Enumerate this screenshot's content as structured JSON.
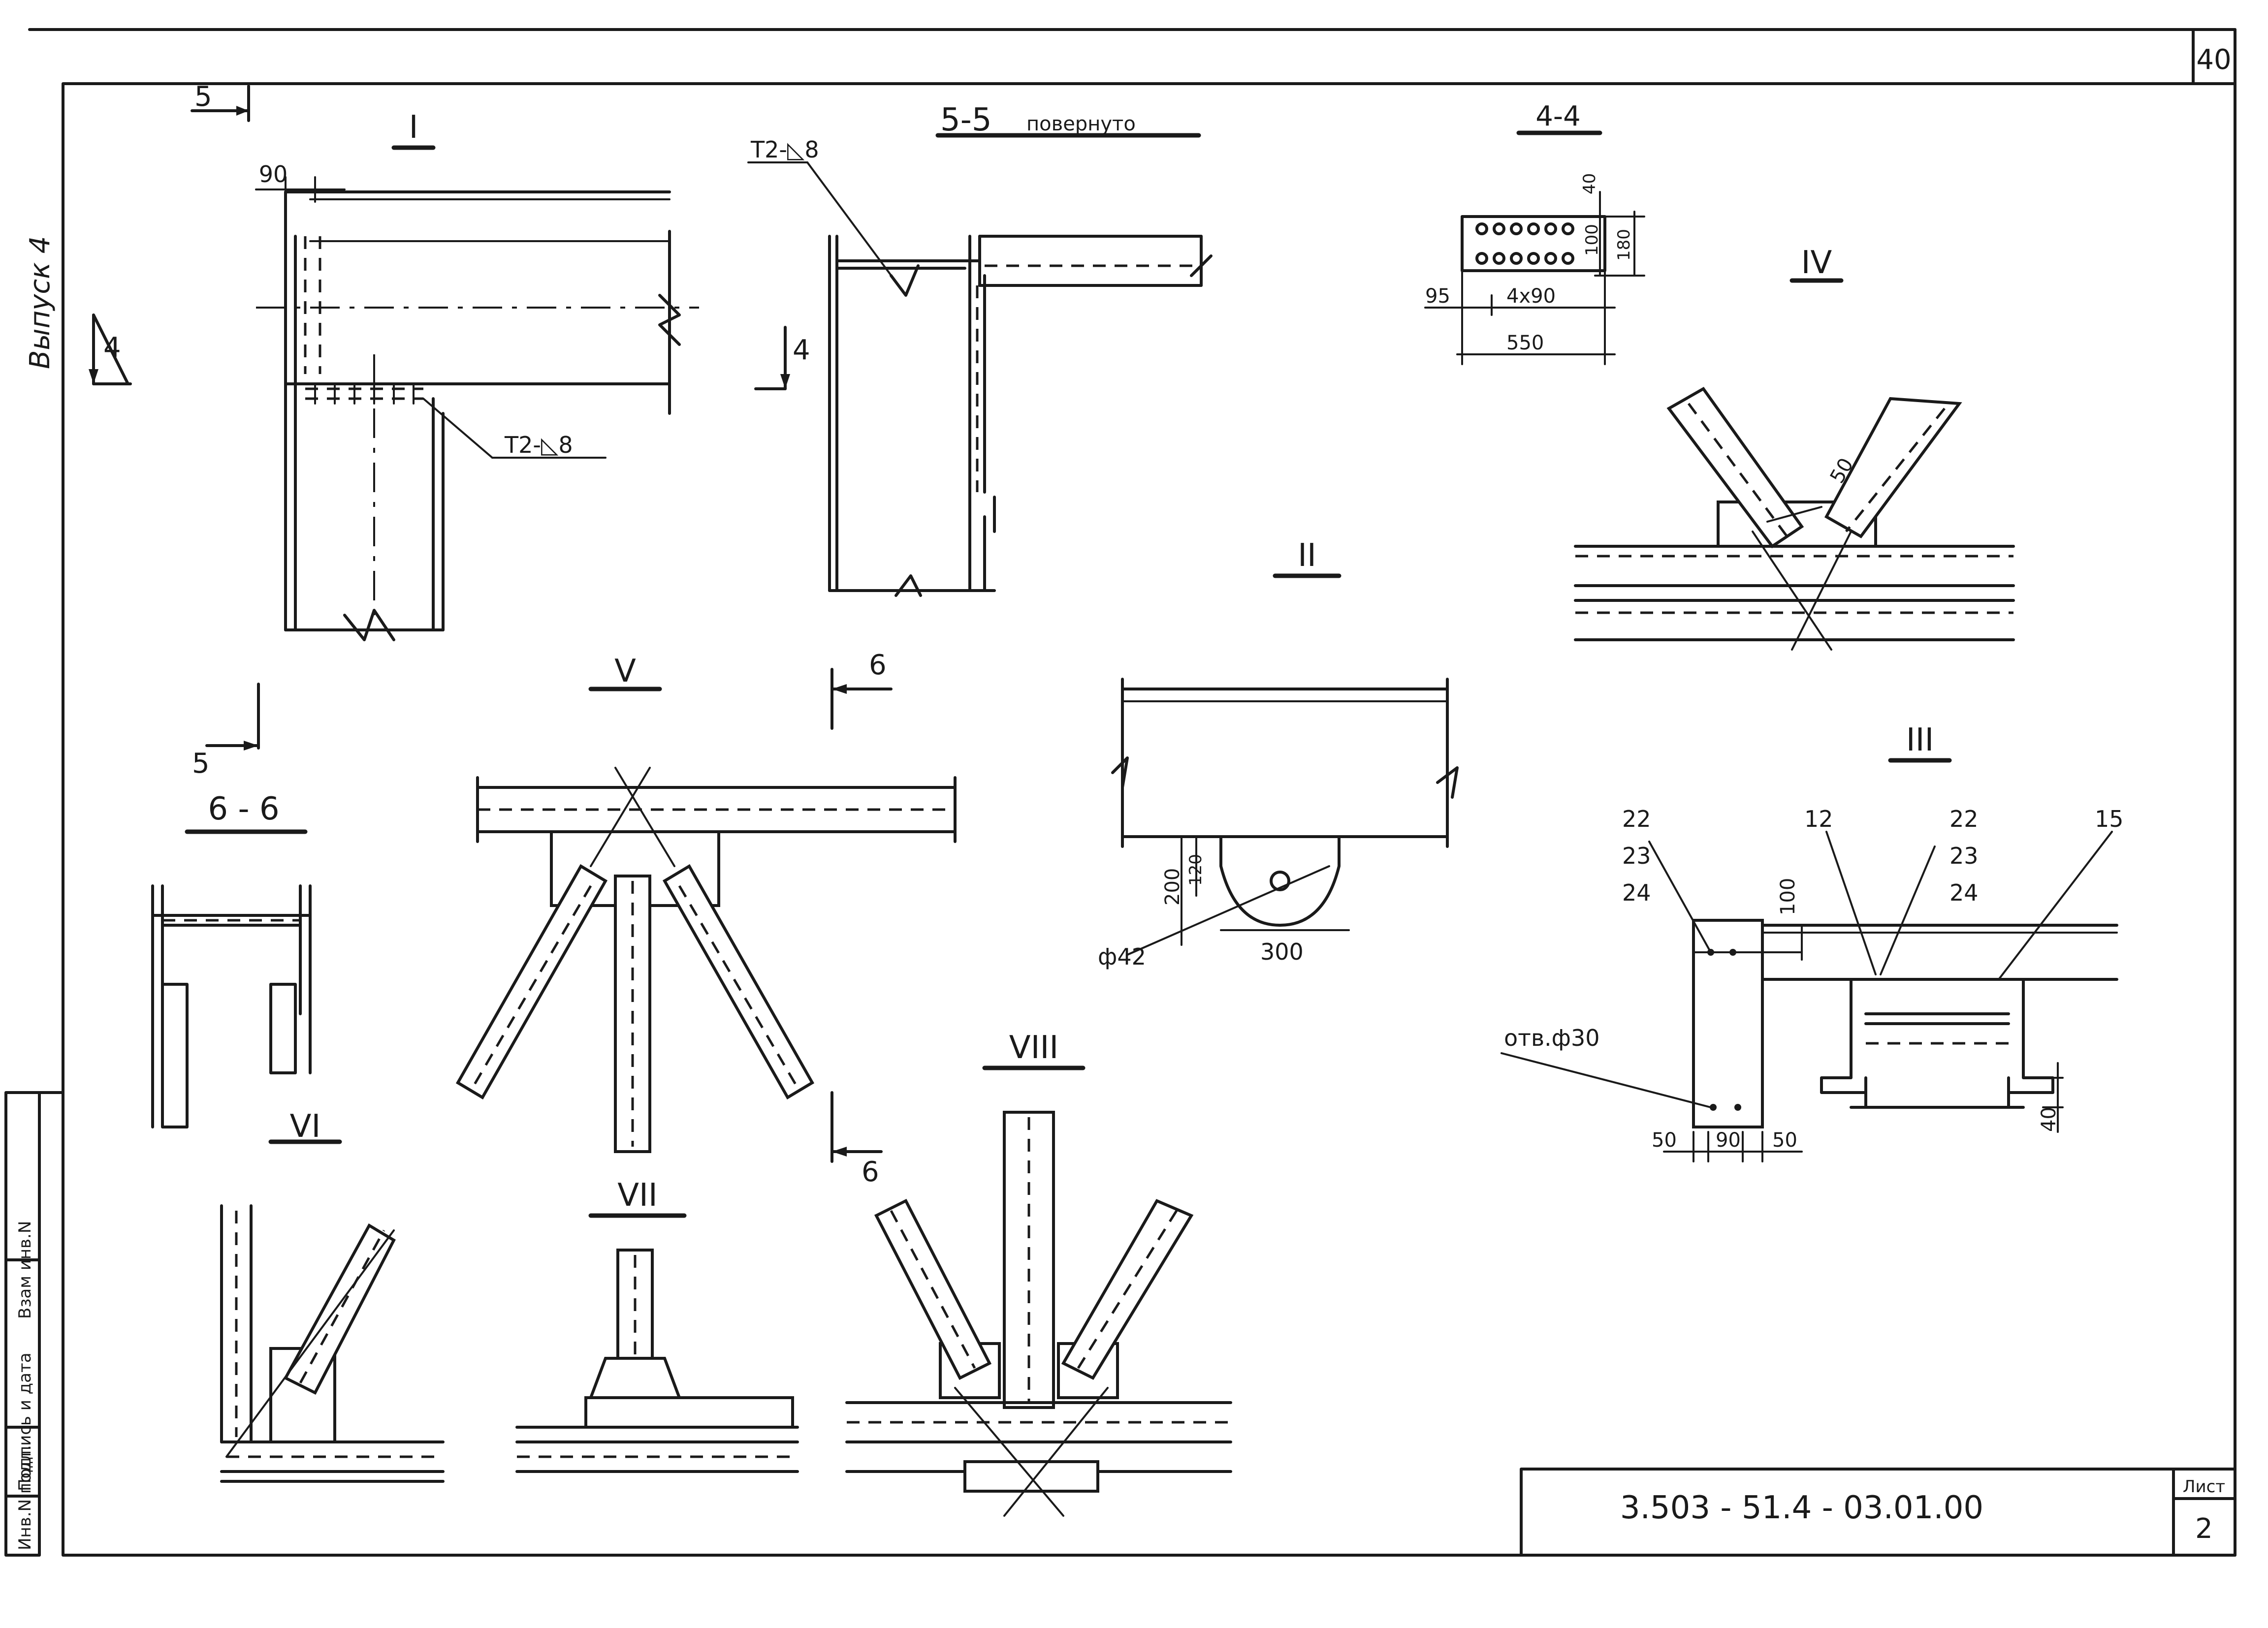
{
  "sheet": {
    "page_number": "40",
    "issue_note": "Выпуск 4",
    "doc_code": "3.503 - 51.4 - 03.01.00",
    "sheet_label": "Лист",
    "sheet_number": "2",
    "stamp_inv_orig": "Инв.N подл.",
    "stamp_sign_date": "Подпись и дата",
    "stamp_inv_dup": "Взам инв.N"
  },
  "views": {
    "I": {
      "title": "I",
      "dim_90": "90",
      "weld": "Т2-◺8",
      "section_5": "5",
      "section_4": "4"
    },
    "s55": {
      "title": "5-5",
      "note": "повернуто",
      "weld": "Т2-◺8",
      "section_4": "4"
    },
    "s44": {
      "title": "4-4",
      "dim_40": "40",
      "dim_100": "100",
      "dim_180": "180",
      "dim_95": "95",
      "dim_4x90": "4x90",
      "dim_550": "550"
    },
    "IV": {
      "title": "IV",
      "dim_50": "50"
    },
    "II": {
      "title": "II",
      "dim_200": "200",
      "dim_120": "120",
      "dim_300": "300",
      "hole": "ф42"
    },
    "V": {
      "title": "V"
    },
    "s66": {
      "title": "6 - 6",
      "section_6": "6",
      "section_5": "5"
    },
    "VI": {
      "title": "VI"
    },
    "VII": {
      "title": "VII"
    },
    "VIII": {
      "title": "VIII"
    },
    "III": {
      "title": "III",
      "pos_22": "22",
      "pos_23": "23",
      "pos_24": "24",
      "pos_12": "12",
      "pos_15": "15",
      "dim_100": "100",
      "dim_40": "40",
      "hole": "отв.ф30",
      "dim_50a": "50",
      "dim_90": "90",
      "dim_50b": "50"
    }
  }
}
